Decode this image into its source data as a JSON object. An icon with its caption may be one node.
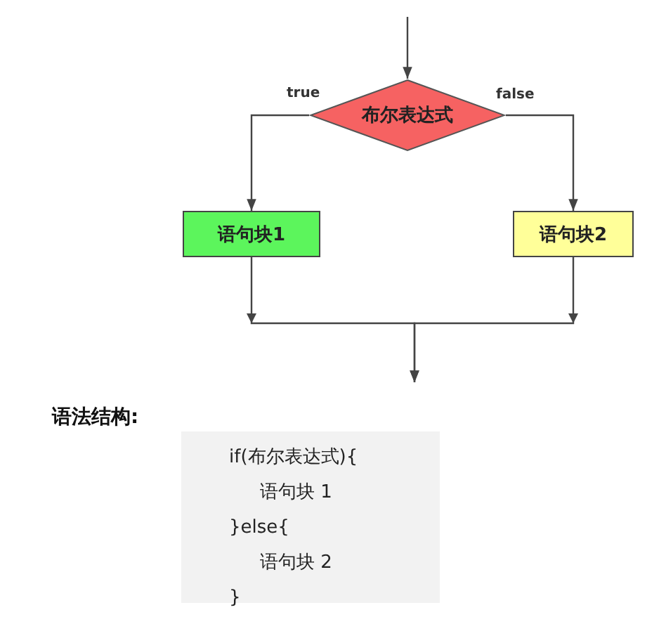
{
  "diagram": {
    "nodes": [
      {
        "text": [
          "布尔表达式"
        ]
      },
      {
        "text": [
          "语句块1"
        ]
      },
      {
        "text": [
          "语句块2"
        ]
      },
      {
        "text": [
          "if(布尔表达式){",
          "语句块 1",
          "}else{",
          "语句块 2",
          "}"
        ]
      }
    ],
    "edges": [
      {
        "from": null,
        "to": 0,
        "arrow": "to"
      },
      {
        "from": 0,
        "to": 1,
        "label": "true",
        "arrow": "to"
      },
      {
        "from": 0,
        "to": 2,
        "label": "false",
        "arrow": "to"
      },
      {
        "from": 1,
        "to": null,
        "arrow": "to"
      },
      {
        "from": 2,
        "to": null,
        "arrow": "to"
      }
    ],
    "labels": [
      "语法结构:"
    ]
  }
}
